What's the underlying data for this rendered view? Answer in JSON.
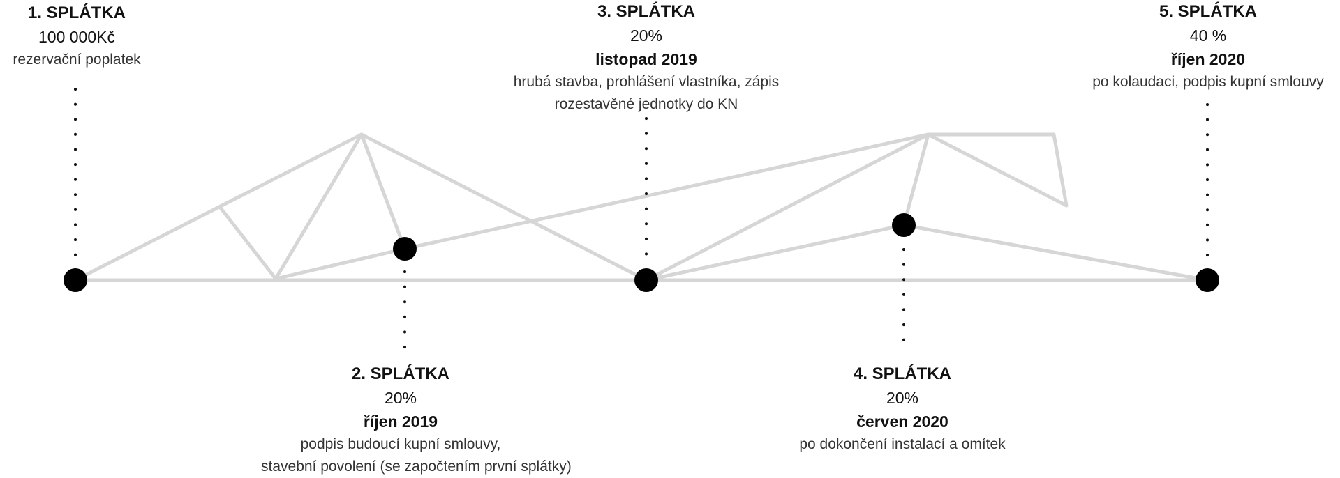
{
  "colors": {
    "truss": "#d6d6d6",
    "node": "#000000",
    "text": "#111111"
  },
  "installments": [
    {
      "title": "1. SPLÁTKA",
      "amount": "100 000Kč",
      "date": "",
      "desc": [
        "rezervační poplatek"
      ]
    },
    {
      "title": "2. SPLÁTKA",
      "amount": "20%",
      "date": "říjen 2019",
      "desc": [
        "podpis budoucí kupní smlouvy,",
        "stavební povolení (se započtením první splátky)"
      ]
    },
    {
      "title": "3. SPLÁTKA",
      "amount": "20%",
      "date": "listopad 2019",
      "desc": [
        "hrubá stavba, prohlášení vlastníka, zápis",
        "rozestavěné jednotky do KN"
      ]
    },
    {
      "title": "4. SPLÁTKA",
      "amount": "20%",
      "date": "červen 2020",
      "desc": [
        "po dokončení instalací a omítek"
      ]
    },
    {
      "title": "5. SPLÁTKA",
      "amount": "40 %",
      "date": "říjen 2020",
      "desc": [
        "po kolaudaci, podpis kupní smlouvy"
      ]
    }
  ]
}
